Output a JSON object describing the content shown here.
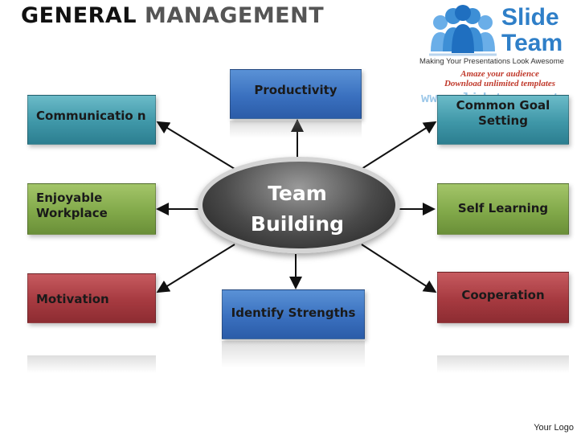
{
  "title": {
    "word1": "GENERAL",
    "word2": "MANAGEMENT"
  },
  "logo": {
    "brand_line1": "Slide",
    "brand_line2": "Team",
    "tagline": "Making Your Presentations Look Awesome",
    "promo_line1": "Amaze your audience",
    "promo_line2": "Download unlimited templates",
    "url": "www.slideteam.net"
  },
  "hub": {
    "line1": "Team",
    "line2": "Building"
  },
  "nodes": {
    "productivity": "Productivity",
    "communication": "Communicatio n",
    "common_goal": "Common Goal Setting",
    "enjoyable": "Enjoyable Workplace",
    "self_learning": "Self Learning",
    "motivation": "Motivation",
    "identify": "Identify Strengths",
    "cooperation": "Cooperation"
  },
  "colors": {
    "teal": "#3f97a8",
    "blue": "#3a70bf",
    "green": "#82a94a",
    "red": "#a63a40",
    "hub": "#4a4a4a"
  },
  "footer": "Your Logo"
}
